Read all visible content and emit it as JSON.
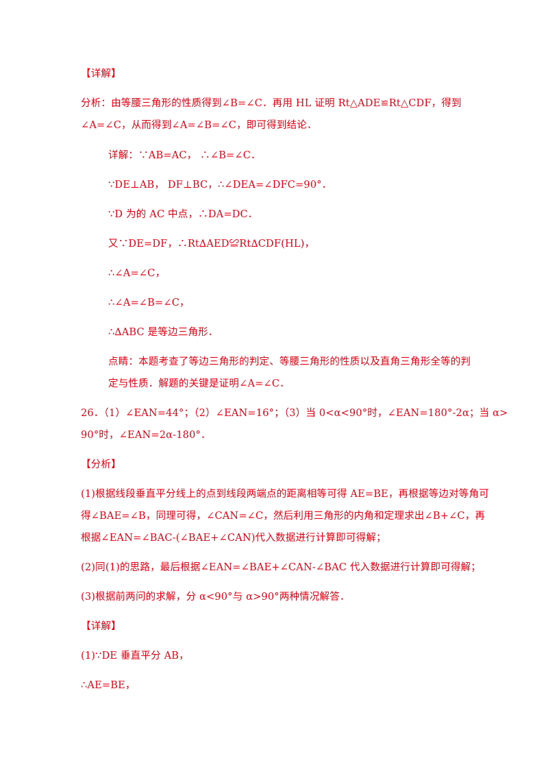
{
  "lines": {
    "l01": "【详解】",
    "l02": "分析：由等腰三角形的性质得到∠B=∠C．再用 HL 证明 Rt△ADE≌Rt△CDF，得到",
    "l03": "∠A=∠C，从而得到∠A=∠B=∠C，即可得到结论．",
    "l04": "详解：∵AB=AC，  ∴∠B=∠C．",
    "l05": " ∵DE⊥AB，  DF⊥BC，∴∠DEA=∠DFC=90°．",
    "l06": " ∵D 为的 AC 中点，∴DA=DC．",
    "l07": "又∵DE=DF，∴Rt∆AED≌Rt∆CDF(HL)，",
    "l08": "∴∠A=∠C，",
    "l09": "∴∠A=∠B=∠C，",
    "l10": "∴∆ABC 是等边三角形．",
    "l11": "点睛：本题考查了等边三角形的判定、等腰三角形的性质以及直角三角形全等的判",
    "l12": "定与性质．解题的关键是证明∠A=∠C．",
    "l13": "26．（1）∠EAN=44°；（2）∠EAN=16°；（3）当 0<α<90°时，∠EAN=180°-2α；当 α>",
    "l14": "90°时，∠EAN=2α-180°．",
    "l15": "【分析】",
    "l16": "(1)根据线段垂直平分线上的点到线段两端点的距离相等可得 AE=BE，再根据等边对等角可",
    "l17": "得∠BAE=∠B，同理可得，∠CAN=∠C，然后利用三角形的内角和定理求出∠B+∠C，再",
    "l18": "根据∠EAN=∠BAC-(∠BAE+∠CAN)代入数据进行计算即可得解；",
    "l19": "(2)同(1)的思路，最后根据∠EAN=∠BAE+∠CAN-∠BAC 代入数据进行计算即可得解；",
    "l20": "(3)根据前两问的求解，分 α<90°与 α>90°两种情况解答．",
    "l21": "【详解】",
    "l22": "(1)∵DE 垂直平分 AB，",
    "l23": "∴AE=BE，"
  }
}
